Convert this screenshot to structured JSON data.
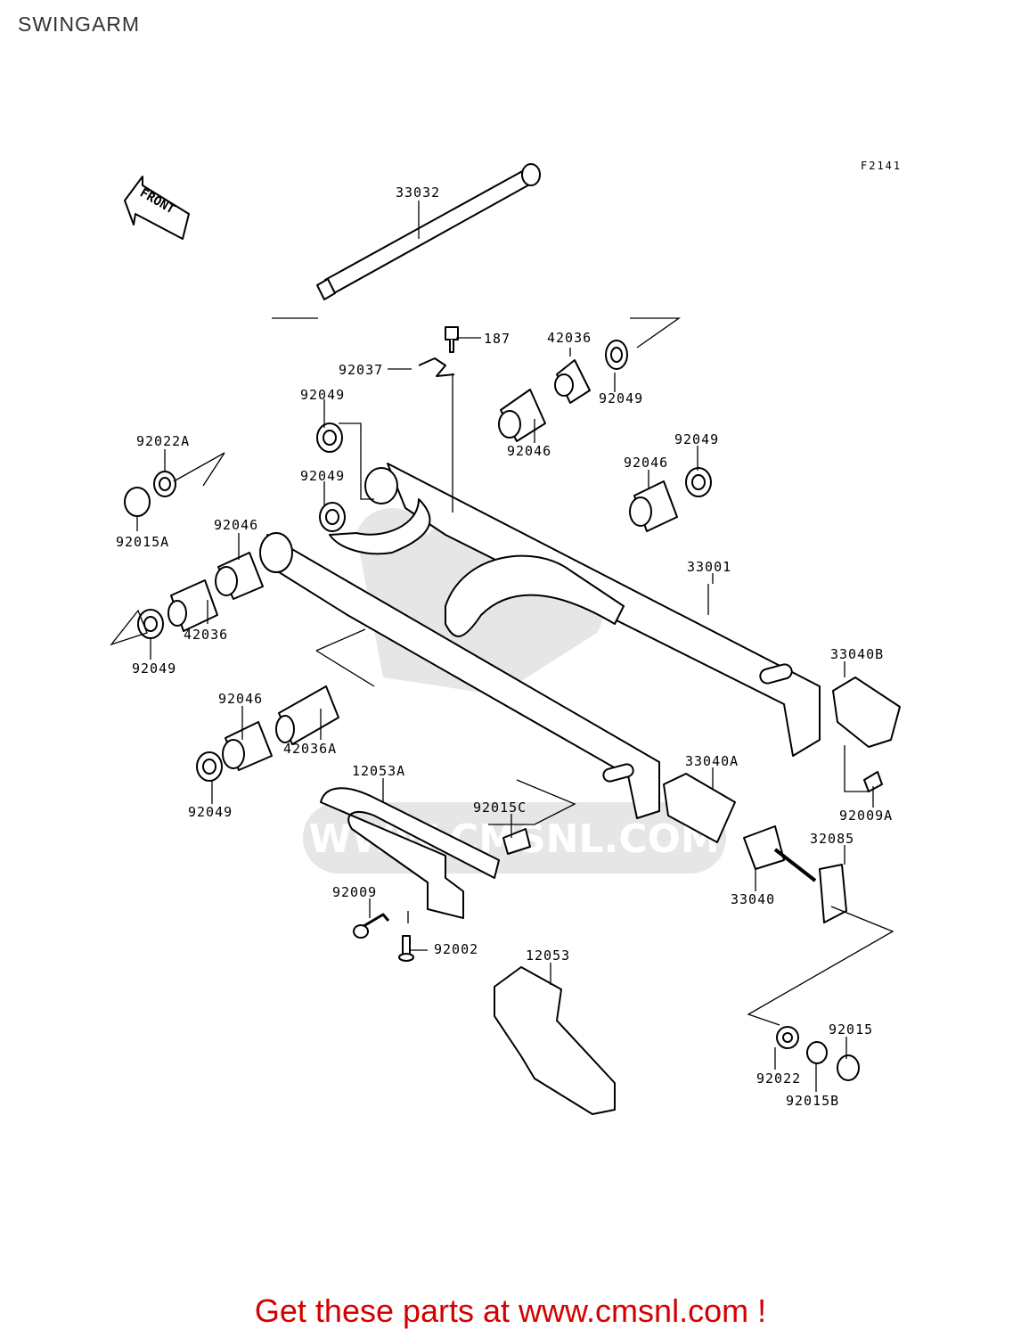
{
  "page": {
    "title": "SWINGARM",
    "figure_code": "F2141",
    "front_label": "FRONT"
  },
  "watermark": {
    "text": "WWW.CMSNL.COM"
  },
  "callouts": [
    {
      "id": "33032",
      "text": "33032"
    },
    {
      "id": "187",
      "text": "187"
    },
    {
      "id": "42036_top",
      "text": "42036"
    },
    {
      "id": "92037",
      "text": "92037"
    },
    {
      "id": "92049_a",
      "text": "92049"
    },
    {
      "id": "92049_b",
      "text": "92049"
    },
    {
      "id": "92049_c",
      "text": "92049"
    },
    {
      "id": "92049_d",
      "text": "92049"
    },
    {
      "id": "92049_e",
      "text": "92049"
    },
    {
      "id": "92049_f",
      "text": "92049"
    },
    {
      "id": "92046_a",
      "text": "92046"
    },
    {
      "id": "92046_b",
      "text": "92046"
    },
    {
      "id": "92046_c",
      "text": "92046"
    },
    {
      "id": "92046_d",
      "text": "92046"
    },
    {
      "id": "92022A",
      "text": "92022A"
    },
    {
      "id": "92015A",
      "text": "92015A"
    },
    {
      "id": "42036_left",
      "text": "42036"
    },
    {
      "id": "42036A",
      "text": "42036A"
    },
    {
      "id": "33001",
      "text": "33001"
    },
    {
      "id": "33040B",
      "text": "33040B"
    },
    {
      "id": "33040A",
      "text": "33040A"
    },
    {
      "id": "33040",
      "text": "33040"
    },
    {
      "id": "92009A",
      "text": "92009A"
    },
    {
      "id": "32085",
      "text": "32085"
    },
    {
      "id": "12053A",
      "text": "12053A"
    },
    {
      "id": "92015C",
      "text": "92015C"
    },
    {
      "id": "92009",
      "text": "92009"
    },
    {
      "id": "92002",
      "text": "92002"
    },
    {
      "id": "12053",
      "text": "12053"
    },
    {
      "id": "92015",
      "text": "92015"
    },
    {
      "id": "92022",
      "text": "92022"
    },
    {
      "id": "92015B",
      "text": "92015B"
    }
  ],
  "footer": {
    "text": "Get these parts at www.cmsnl.com !"
  }
}
